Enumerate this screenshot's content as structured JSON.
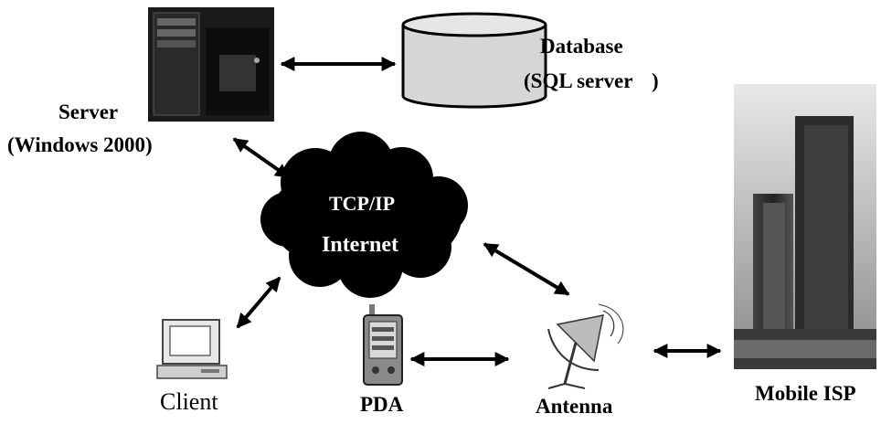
{
  "nodes": {
    "server": {
      "line1": "Server",
      "line2": "(Windows 2000)"
    },
    "database": {
      "line1": "Database",
      "line2": "(SQL server",
      "line2_close": ")"
    },
    "cloud": {
      "line1": "TCP/IP",
      "line2": "Internet"
    },
    "client": {
      "label": "Client"
    },
    "pda": {
      "label": "PDA"
    },
    "antenna": {
      "label": "Antenna"
    },
    "mobile_isp": {
      "label": "Mobile ISP"
    }
  },
  "connections": [
    {
      "from": "server",
      "to": "database",
      "bidirectional": true
    },
    {
      "from": "server",
      "to": "cloud",
      "bidirectional": true
    },
    {
      "from": "cloud",
      "to": "client",
      "bidirectional": true
    },
    {
      "from": "cloud",
      "to": "antenna",
      "bidirectional": true
    },
    {
      "from": "pda",
      "to": "antenna",
      "bidirectional": true
    },
    {
      "from": "antenna",
      "to": "mobile_isp",
      "bidirectional": true
    }
  ],
  "colors": {
    "ink": "#000000",
    "cloud_fill": "#000000",
    "cloud_text": "#ffffff",
    "db_fill": "#d6d6d6"
  }
}
